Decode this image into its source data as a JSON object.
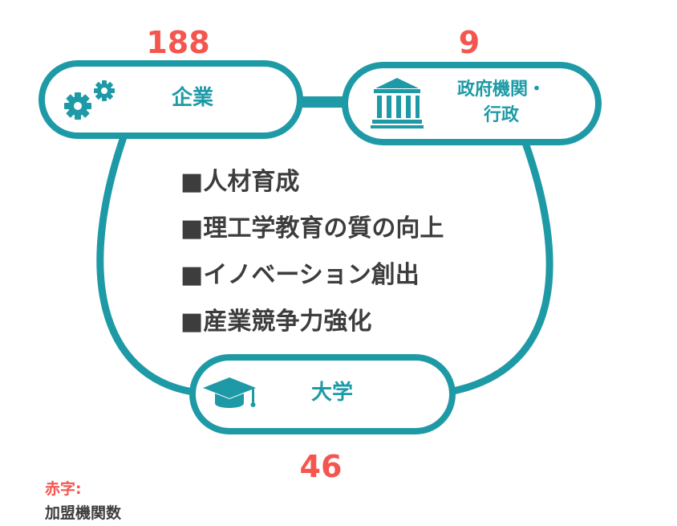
{
  "nodes": {
    "company": {
      "label": "企業",
      "count": "188"
    },
    "government": {
      "label_line1": "政府機関・",
      "label_line2": "行政",
      "count": "9"
    },
    "university": {
      "label": "大学",
      "count": "46"
    }
  },
  "goals": [
    "■人材育成",
    "■理工学教育の質の向上",
    "■イノベーション創出",
    "■産業競争力強化"
  ],
  "legend": {
    "red_text": "赤字:",
    "description": "加盟機関数"
  },
  "icons": {
    "company": "gears-icon",
    "government": "government-building-icon",
    "university": "graduation-cap-icon"
  },
  "colors": {
    "accent": "#1e9aa6",
    "count": "#f4564f",
    "text": "#3d3d3d"
  }
}
